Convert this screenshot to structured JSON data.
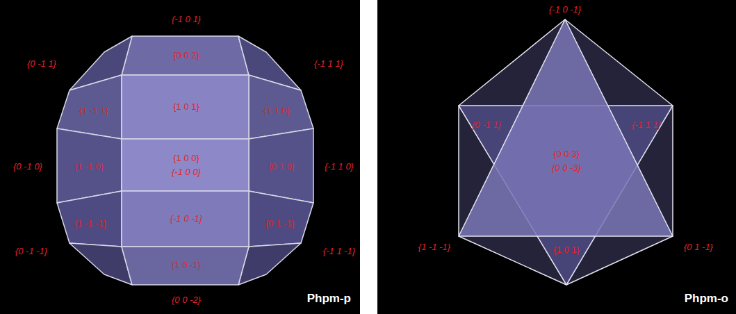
{
  "diagram": {
    "labels": [
      "{-1 0 1}",
      "{0 0 2}",
      "{0 -1 1}",
      "{-1 1 1}",
      "{1 -1 1}",
      "{1 0 1}",
      "{1 1 0}",
      "{0 -1 0}",
      "{1 -1 0}",
      "{1 0 0}",
      "{-1 0 0}",
      "{0 1 0}",
      "{-1 1 0}",
      "{-1 0 -1}",
      "{0 -1 -1}",
      "{1 -1 -1}",
      "{0 1 -1}",
      "{-1 1 -1}",
      "{1 0 -1}",
      "{0 0 -2}",
      "Phpm-p",
      "{-1 0 -1}",
      "{0 -1 1}",
      "{-1 1 1}",
      "{0 0 3}",
      "{0 0 -3}",
      "{1 -1 -1}",
      "{1 0 1}",
      "{0 1 -1}",
      "Phpm-o"
    ]
  }
}
